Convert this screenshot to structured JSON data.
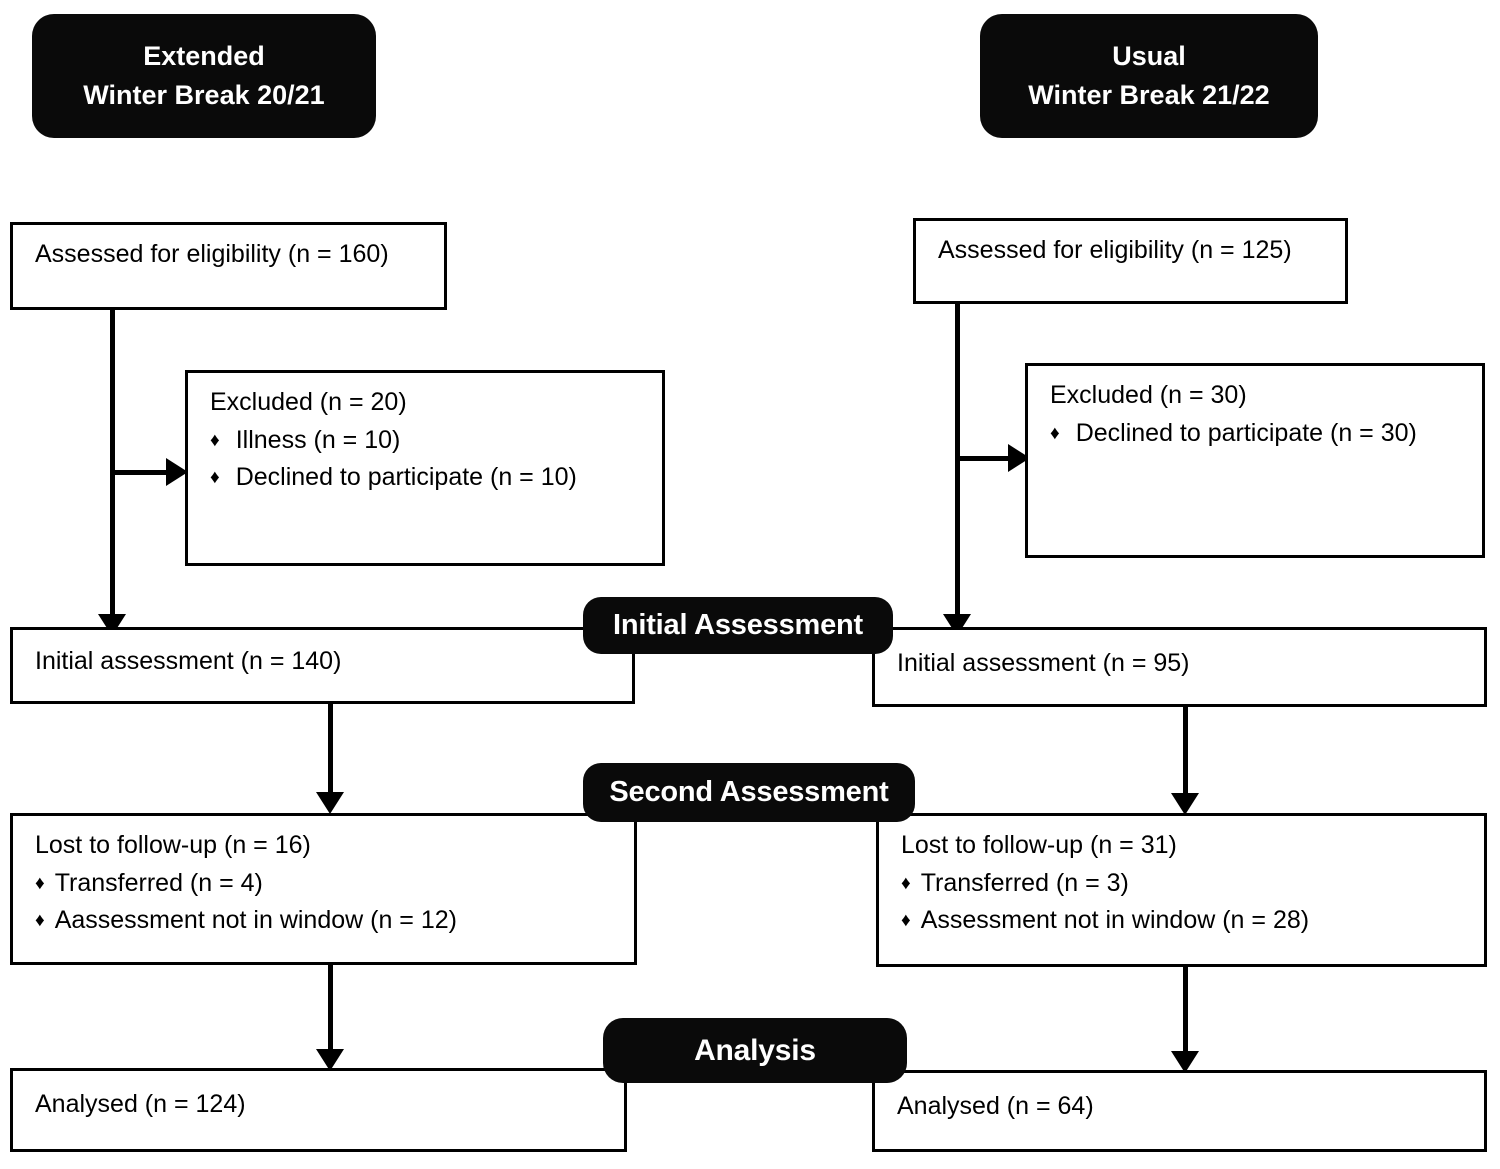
{
  "figure": {
    "type": "consort-flow-diagram"
  },
  "groups": [
    {
      "id": "extended",
      "line1": "Extended",
      "line2": "Winter Break 20/21"
    },
    {
      "id": "usual",
      "line1": "Usual",
      "line2": "Winter Break 21/22"
    }
  ],
  "phases": [
    {
      "id": "initial",
      "label": "Initial Assessment"
    },
    {
      "id": "second",
      "label": "Second Assessment"
    },
    {
      "id": "analysis",
      "label": "Analysis"
    }
  ],
  "left": {
    "eligibility": {
      "title": "Assessed for eligibility (n = 160)",
      "n": 160
    },
    "excluded": {
      "title": "Excluded (n = 20)",
      "n": 20,
      "reasons": [
        {
          "label": "Illness (n = 10)",
          "n": 10
        },
        {
          "label": "Declined to participate (n = 10)",
          "n": 10
        }
      ]
    },
    "initial_assessment": {
      "title": "Initial assessment (n = 140)",
      "n": 140
    },
    "lost": {
      "title": "Lost to follow-up (n = 16)",
      "n": 16,
      "reasons": [
        {
          "label": "Transferred (n = 4)",
          "n": 4
        },
        {
          "label": "Aassessment not in window (n = 12)",
          "n": 12
        }
      ]
    },
    "analysed": {
      "title": "Analysed (n = 124)",
      "n": 124
    }
  },
  "right": {
    "eligibility": {
      "title": "Assessed for eligibility (n = 125)",
      "n": 125
    },
    "excluded": {
      "title": "Excluded (n = 30)",
      "n": 30,
      "reasons": [
        {
          "label": "Declined to participate (n = 30)",
          "n": 30
        }
      ]
    },
    "initial_assessment": {
      "title": "Initial assessment (n = 95)",
      "n": 95
    },
    "lost": {
      "title": "Lost to follow-up (n = 31)",
      "n": 31,
      "reasons": [
        {
          "label": "Transferred (n = 3)",
          "n": 3
        },
        {
          "label": "Assessment not in window (n = 28)",
          "n": 28
        }
      ]
    },
    "analysed": {
      "title": "Analysed (n = 64)",
      "n": 64
    }
  },
  "icons": {
    "bullet": "♦"
  },
  "colors": {
    "ink": "#000000",
    "pill_background": "#0a0a0a",
    "pill_text": "#ffffff",
    "canvas": "#ffffff"
  }
}
